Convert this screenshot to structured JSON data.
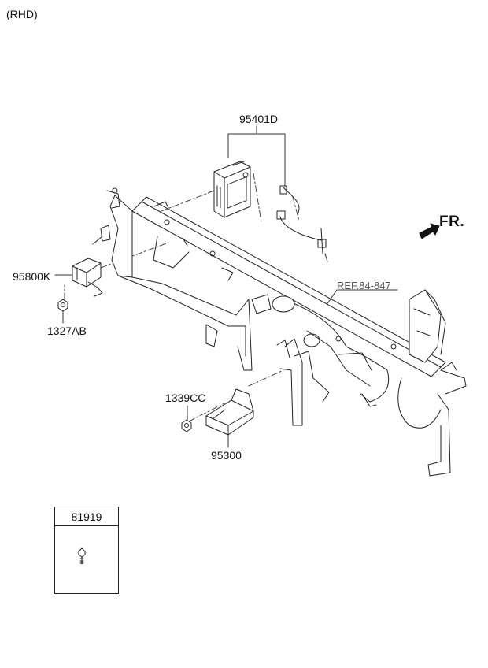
{
  "variant": "(RHD)",
  "direction": "FR.",
  "reference": "REF.84-847",
  "parts": {
    "p95401D": "95401D",
    "p95800K": "95800K",
    "p1327AB": "1327AB",
    "p1339CC": "1339CC",
    "p95300": "95300"
  },
  "legend": {
    "code": "81919"
  }
}
